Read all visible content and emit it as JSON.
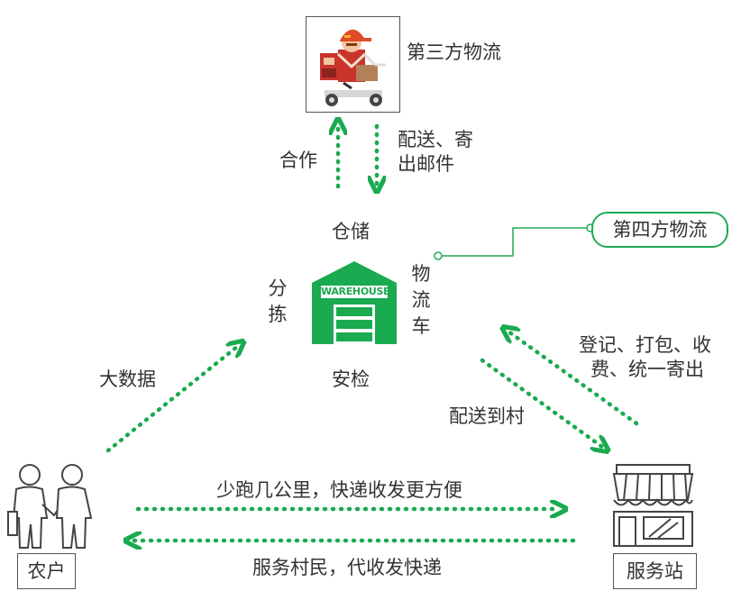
{
  "nodes": {
    "third_party": "第三方物流",
    "fourth_party": "第四方物流",
    "farmer": "农户",
    "station": "服务站"
  },
  "warehouse": {
    "sign": "WAREHOUSE",
    "top": "仓储",
    "left": "分拣",
    "right": "物流车",
    "bottom": "安检"
  },
  "edges": {
    "cooperate": "合作",
    "deliver_send_1": "配送、寄",
    "deliver_send_2": "出邮件",
    "big_data": "大数据",
    "deliver_village": "配送到村",
    "register_1": "登记、打包、收",
    "register_2": "费、统一寄出",
    "farmer_to_station": "少跑几公里，快递收发更方便",
    "station_to_farmer": "服务村民，代收发快递"
  },
  "colors": {
    "accent": "#1aaa4f",
    "connector": "#22aa55"
  }
}
